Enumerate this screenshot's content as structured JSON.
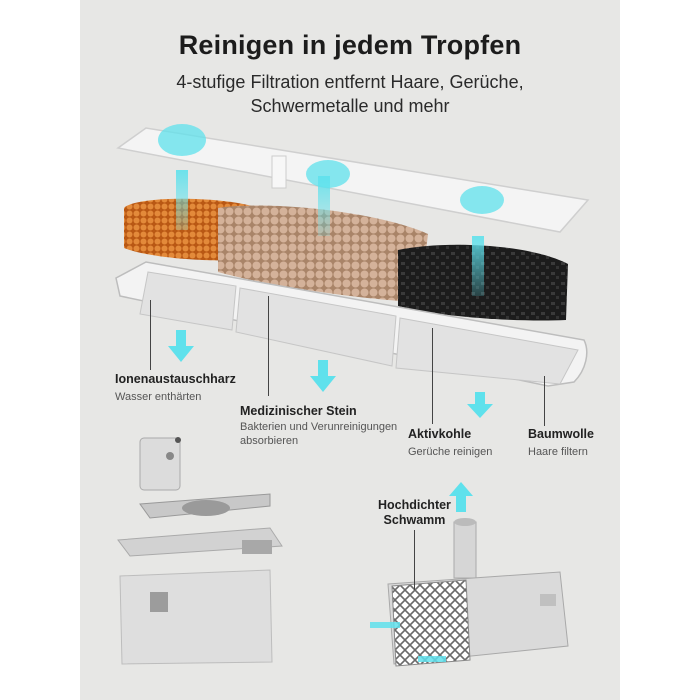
{
  "header": {
    "title": "Reinigen in jedem Tropfen",
    "subtitle_line1": "4-stufige Filtration entfernt Haare, Gerüche,",
    "subtitle_line2": "Schwermetalle und mehr"
  },
  "layers": [
    {
      "name": "Ionenaustauschharz",
      "desc": "Wasser enthärten",
      "color": "#d9782a"
    },
    {
      "name": "Medizinischer Stein",
      "desc_line1": "Bakterien und Verunreinigungen",
      "desc_line2": "absorbieren",
      "color": "#c8a48a"
    },
    {
      "name": "Aktivkohle",
      "desc": "Gerüche reinigen",
      "color": "#2a2a2a"
    },
    {
      "name": "Baumwolle",
      "desc": "Haare filtern",
      "color": "#f2f2f2"
    }
  ],
  "sponge": {
    "line1": "Hochdichter",
    "line2": "Schwamm"
  },
  "colors": {
    "panel": "#e7e7e5",
    "water_arrow": "#5fe1ec"
  },
  "icons": {
    "arrow": "down-arrow-icon",
    "up": "up-arrow-icon"
  }
}
